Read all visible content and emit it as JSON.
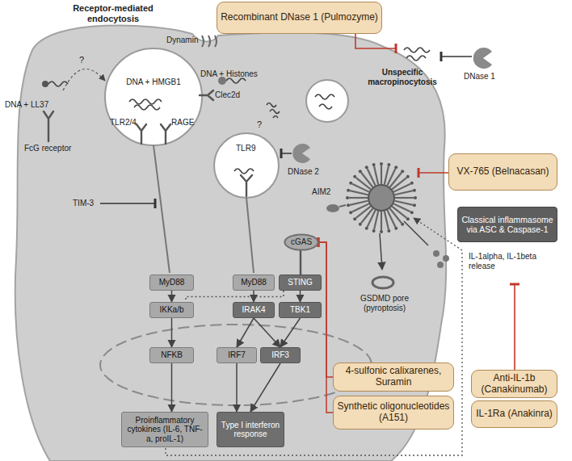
{
  "diagram": {
    "nodes": [
      {
        "text": [
          "Recombinant DNase 1 (Pulmozyme)"
        ]
      },
      {
        "text": [
          "VX-765 (Belnacasan)"
        ]
      },
      {
        "text": [
          "cGAS"
        ]
      },
      {
        "text": [
          "Classical inflammasome via ASC & Caspase-1"
        ]
      },
      {
        "text": [
          "MyD88"
        ]
      },
      {
        "text": [
          "MyD88"
        ]
      },
      {
        "text": [
          "STING"
        ]
      },
      {
        "text": [
          "IKKa/b"
        ]
      },
      {
        "text": [
          "IRAK4"
        ]
      },
      {
        "text": [
          "TBK1"
        ]
      },
      {
        "text": [
          "NFKB"
        ]
      },
      {
        "text": [
          "IRF7"
        ]
      },
      {
        "text": [
          "IRF3"
        ]
      },
      {
        "text": [
          "4-sulfonic calixarenes, Suramin"
        ]
      },
      {
        "text": [
          "Anti-IL-1b (Canakinumab)"
        ]
      },
      {
        "text": [
          "Synthetic oligonucleotides (A151)"
        ]
      },
      {
        "text": [
          "IL-1Ra (Anakinra)"
        ]
      },
      {
        "text": [
          "Proinflammatory cytokines (IL-6, TNF-a, proIL-1)"
        ]
      },
      {
        "text": [
          "Type I interferon response"
        ]
      }
    ],
    "edges": [
      {
        "from": 4,
        "to": 7,
        "arrow": "to"
      },
      {
        "from": 7,
        "to": 10,
        "arrow": "to"
      },
      {
        "from": 10,
        "to": 17,
        "arrow": "to"
      },
      {
        "from": 5,
        "to": 8,
        "arrow": "to"
      },
      {
        "from": 8,
        "to": 11,
        "arrow": "to"
      },
      {
        "from": 8,
        "to": 12,
        "arrow": "to"
      },
      {
        "from": 6,
        "to": 9,
        "arrow": "to"
      },
      {
        "from": 9,
        "to": 12,
        "arrow": "to"
      },
      {
        "from": 11,
        "to": 18,
        "arrow": "to"
      },
      {
        "from": 12,
        "to": 18,
        "arrow": "to"
      },
      {
        "from": 6,
        "to": 7,
        "arrow": "none"
      },
      {
        "from": 13,
        "to": 2,
        "arrow": "to"
      },
      {
        "from": 15,
        "to": 2,
        "arrow": "to"
      }
    ],
    "labels": [
      "Receptor-mediated endocytosis",
      "Dynamin",
      "DNA + LL37",
      "?",
      "FcG receptor",
      "DNA + Histones",
      "Clec2d",
      "DNA + HMGB1",
      "TLR2/4",
      "RAGE",
      "TIM-3",
      "?",
      "TLR9",
      "DNase 2",
      "AIM2",
      "DNase 1",
      "Unspecific macropinocytosis",
      "IL-1alpha, IL-1beta release",
      "GSDMD pore (pyroptosis)"
    ]
  }
}
